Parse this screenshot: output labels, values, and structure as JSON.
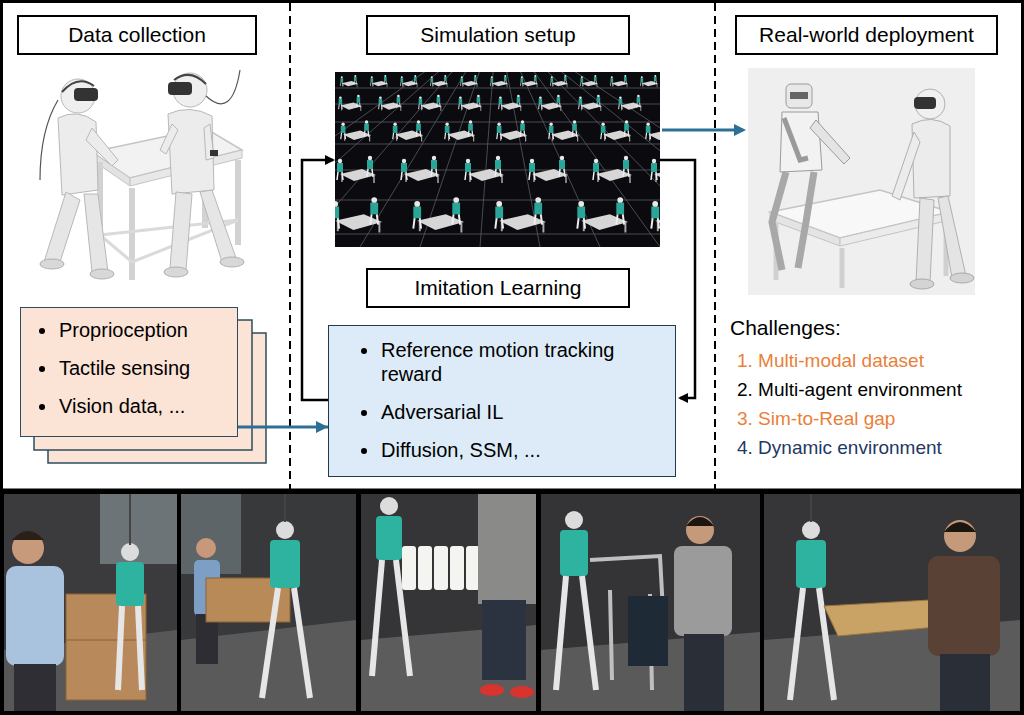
{
  "diagram": {
    "nodes": [
      {
        "text": [
          "Data collection"
        ]
      },
      {
        "text": [
          "Simulation setup"
        ]
      },
      {
        "text": [
          "Real-world deployment"
        ]
      },
      {
        "text": [
          "Proprioception",
          "Tactile sensing",
          "Vision data, ..."
        ]
      },
      {
        "text": [
          "Imitation Learning"
        ]
      },
      {
        "text": [
          "Reference motion tracking reward",
          "Adversarial IL",
          "Diffusion, SSM, ..."
        ]
      }
    ],
    "edges": [
      {
        "from": 3,
        "to": 5,
        "arrow": "to"
      }
    ],
    "labels": [
      "Challenges:",
      "1. Multi-modal dataset",
      "2. Multi-agent environment",
      "3. Sim-to-Real gap",
      "4. Dynamic environment"
    ]
  }
}
